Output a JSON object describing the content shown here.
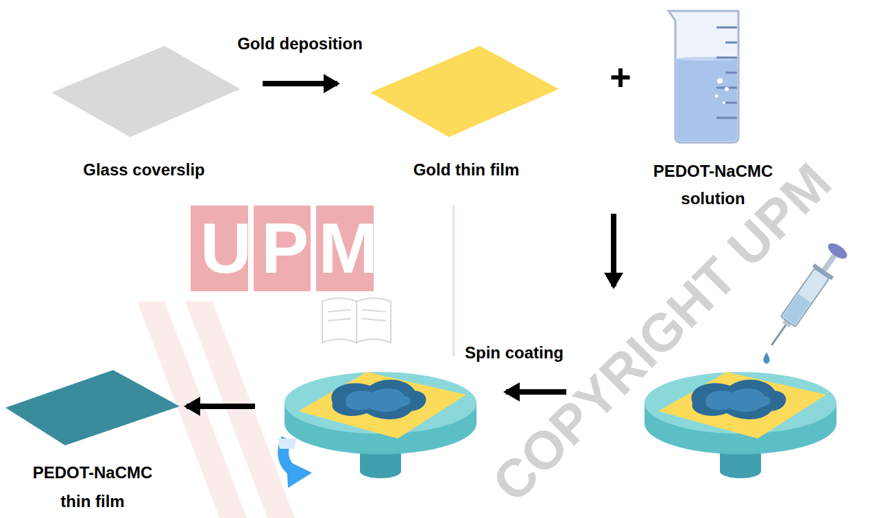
{
  "diagram": {
    "nodes": [
      {
        "text": [
          "Glass coverslip"
        ]
      },
      {
        "text": [
          "Gold thin film"
        ]
      },
      {
        "text": [
          "PEDOT-NaCMC solution"
        ]
      },
      {
        "text": [
          "PEDOT-NaCMC thin film"
        ]
      }
    ],
    "edges": [
      {
        "from": 0,
        "to": 1,
        "arrow": "to",
        "label": "Gold deposition"
      }
    ],
    "labels": [
      "+",
      "Spin coating",
      "UPM",
      "COPYRIGHT UPM"
    ]
  }
}
